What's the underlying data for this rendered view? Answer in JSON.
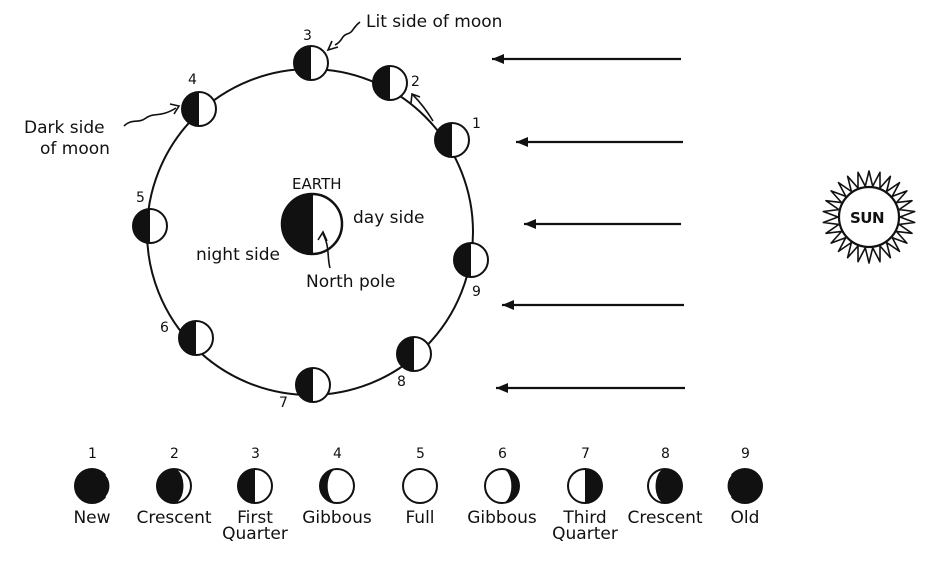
{
  "labels": {
    "lit_side": "Lit side of moon",
    "dark_side_line1": "Dark side",
    "dark_side_line2": "of moon",
    "earth": "EARTH",
    "day_side": "day side",
    "night_side": "night side",
    "north_pole": "North pole",
    "sun": "SUN"
  },
  "orbit_positions": [
    {
      "number": "1"
    },
    {
      "number": "2"
    },
    {
      "number": "3"
    },
    {
      "number": "4"
    },
    {
      "number": "5"
    },
    {
      "number": "6"
    },
    {
      "number": "7"
    },
    {
      "number": "8"
    },
    {
      "number": "9"
    }
  ],
  "phases": [
    {
      "number": "1",
      "name": "New"
    },
    {
      "number": "2",
      "name": "Crescent"
    },
    {
      "number": "3",
      "name": "First",
      "name2": "Quarter"
    },
    {
      "number": "4",
      "name": "Gibbous"
    },
    {
      "number": "5",
      "name": "Full"
    },
    {
      "number": "6",
      "name": "Gibbous"
    },
    {
      "number": "7",
      "name": "Third",
      "name2": "Quarter"
    },
    {
      "number": "8",
      "name": "Crescent"
    },
    {
      "number": "9",
      "name": "Old"
    }
  ],
  "colors": {
    "ink": "#111111",
    "paper": "#ffffff"
  }
}
